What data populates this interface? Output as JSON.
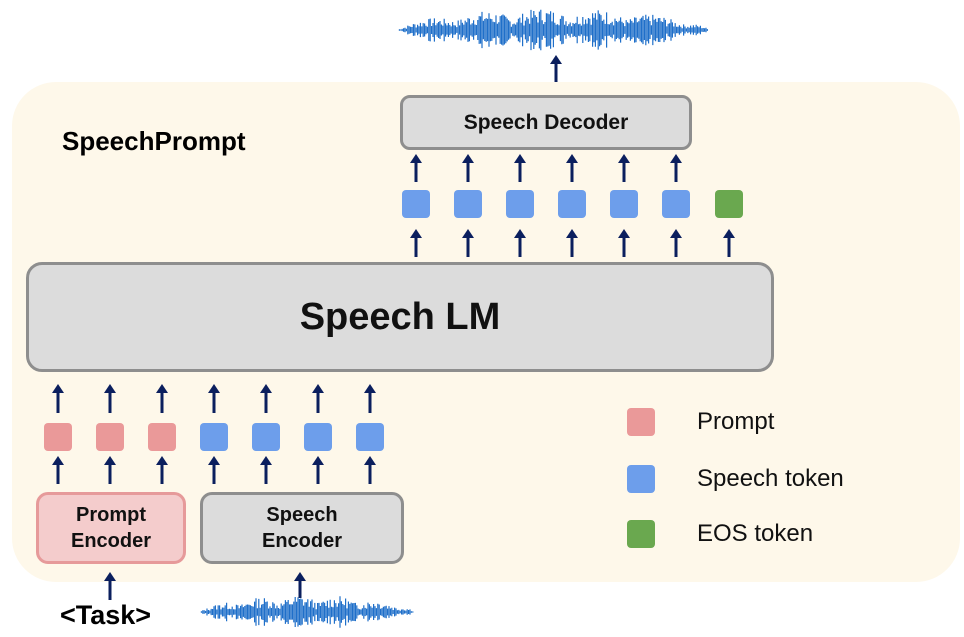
{
  "title": "SpeechPrompt",
  "speech_lm_label": "Speech LM",
  "speech_decoder_label": "Speech Decoder",
  "prompt_encoder": {
    "line1": "Prompt",
    "line2": "Encoder"
  },
  "speech_encoder": {
    "line1": "Speech",
    "line2": "Encoder"
  },
  "task_label": "<Task>",
  "legend": [
    {
      "label": "Prompt",
      "color": "#ea9999"
    },
    {
      "label": "Speech token",
      "color": "#6d9eeb"
    },
    {
      "label": "EOS token",
      "color": "#6aa84f"
    }
  ],
  "colors": {
    "prompt_token": "#ea9999",
    "speech_token": "#6d9eeb",
    "eos_token": "#6aa84f",
    "arrow": "#0b1f5e",
    "waveform": "#1f6fc9",
    "panel_background": "#fef8ea"
  },
  "input_tokens": [
    "prompt",
    "prompt",
    "prompt",
    "speech",
    "speech",
    "speech",
    "speech"
  ],
  "output_tokens": [
    "speech",
    "speech",
    "speech",
    "speech",
    "speech",
    "speech",
    "eos"
  ]
}
